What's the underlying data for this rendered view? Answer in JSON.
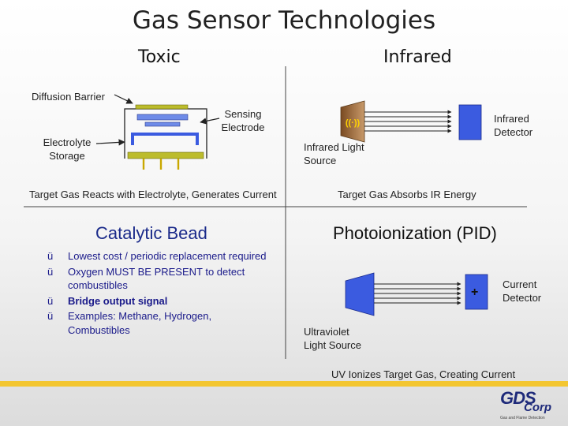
{
  "title": "Gas Sensor Technologies",
  "toxic": {
    "heading": "Toxic",
    "diffusion_barrier": "Diffusion Barrier",
    "sensing_electrode": "Sensing\nElectrode",
    "electrolyte_storage": "Electrolyte\nStorage",
    "caption": "Target Gas Reacts with Electrolyte, Generates Current"
  },
  "infrared": {
    "heading": "Infrared",
    "detector": "Infrared\nDetector",
    "source": "Infrared Light\nSource",
    "caption": "Target Gas Absorbs IR Energy"
  },
  "catalytic": {
    "heading": "Catalytic Bead",
    "bullets": [
      {
        "text": "Lowest cost / periodic replacement required",
        "bold": false
      },
      {
        "text": "Oxygen MUST BE PRESENT to detect combustibles",
        "bold": false
      },
      {
        "text": "Bridge output signal",
        "bold": true
      },
      {
        "text": "Examples: Methane, Hydrogen, Combustibles",
        "bold": false
      }
    ],
    "check_glyph": "ü"
  },
  "pid": {
    "heading": "Photoionization (PID)",
    "plus": "+",
    "current_detector": "Current\nDetector",
    "uv_source": "Ultraviolet\nLight Source",
    "caption": "UV Ionizes Target Gas, Creating Current"
  },
  "logo": {
    "name": "GDS",
    "suffix": "Corp",
    "tagline": "Gas and Flame Detection"
  },
  "colors": {
    "accent_blue": "#3b5be0",
    "dark_blue": "#1a1a8a",
    "olive": "#bcbc2c",
    "yellow_bar": "#f3c631",
    "ir_source": "#9e6c3a"
  }
}
